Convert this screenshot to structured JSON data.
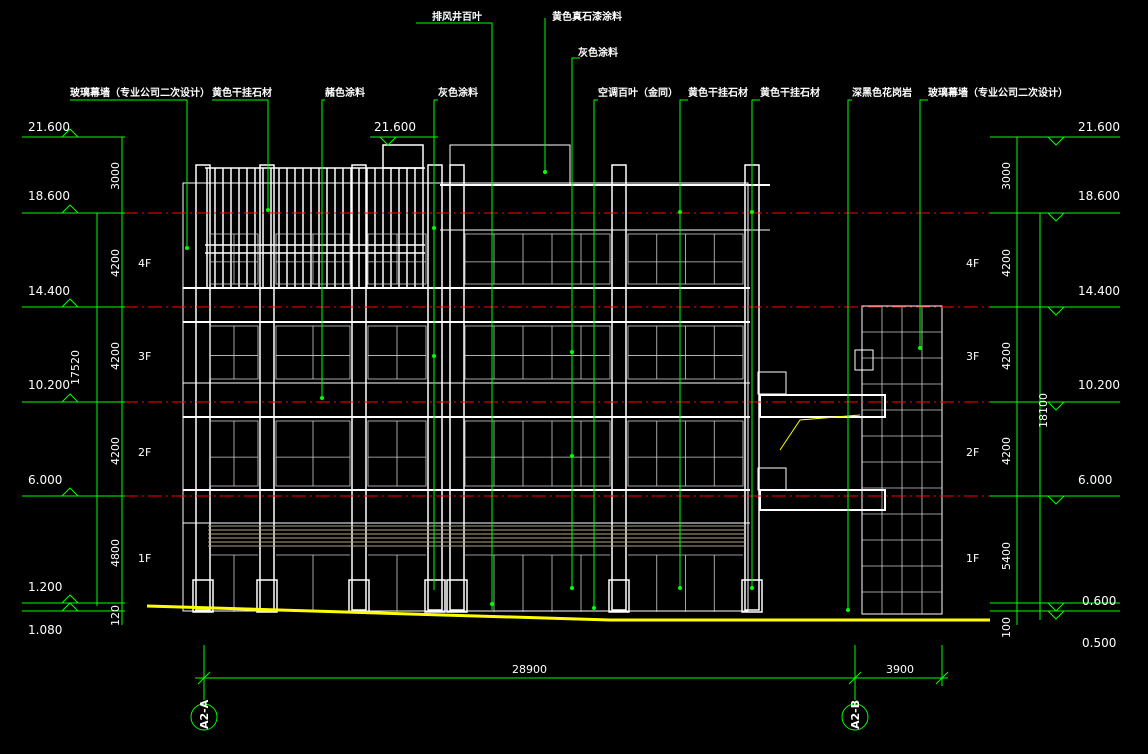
{
  "notes": {
    "exhaust_louver": "排风井百叶",
    "yellow_stone_paint": "黄色真石漆涂料",
    "gray_paint": "灰色涂料",
    "glass_curtain_left": "玻璃幕墙（专业公司二次设计）",
    "yellow_dry_stone_1": "黄色干挂石材",
    "brown_paint": "赭色涂料",
    "gray_paint_2": "灰色涂料",
    "ac_louver": "空调百叶（金同）",
    "yellow_dry_stone_2": "黄色干挂石材",
    "yellow_dry_stone_3": "黄色干挂石材",
    "dark_granite": "深黑色花岗岩",
    "glass_curtain_right": "玻璃幕墙（专业公司二次设计）"
  },
  "elevations_left": [
    "21.600",
    "18.600",
    "14.400",
    "10.200",
    "6.000",
    "1.200",
    "1.080"
  ],
  "elevations_right": [
    "21.600",
    "18.600",
    "14.400",
    "10.200",
    "6.000",
    "0.600",
    "0.500"
  ],
  "roof_elevation": "21.600",
  "dims_left": [
    "3000",
    "4200",
    "4200",
    "4200",
    "4800",
    "120"
  ],
  "dim_left_total": "17520",
  "dims_right": [
    "3000",
    "4200",
    "4200",
    "4200",
    "5400",
    "100"
  ],
  "dim_right_total": "18100",
  "floors": [
    "4F",
    "3F",
    "2F",
    "1F"
  ],
  "dims_bottom": [
    "28900",
    "3900"
  ],
  "axes": [
    "A2-A",
    "A2-B"
  ],
  "colors": {
    "background": "#000000",
    "line": "#ffffff",
    "dimension": "#00ff00",
    "floor_line": "#ff0000",
    "ground": "#ffff00",
    "detail": "#b0a080"
  }
}
